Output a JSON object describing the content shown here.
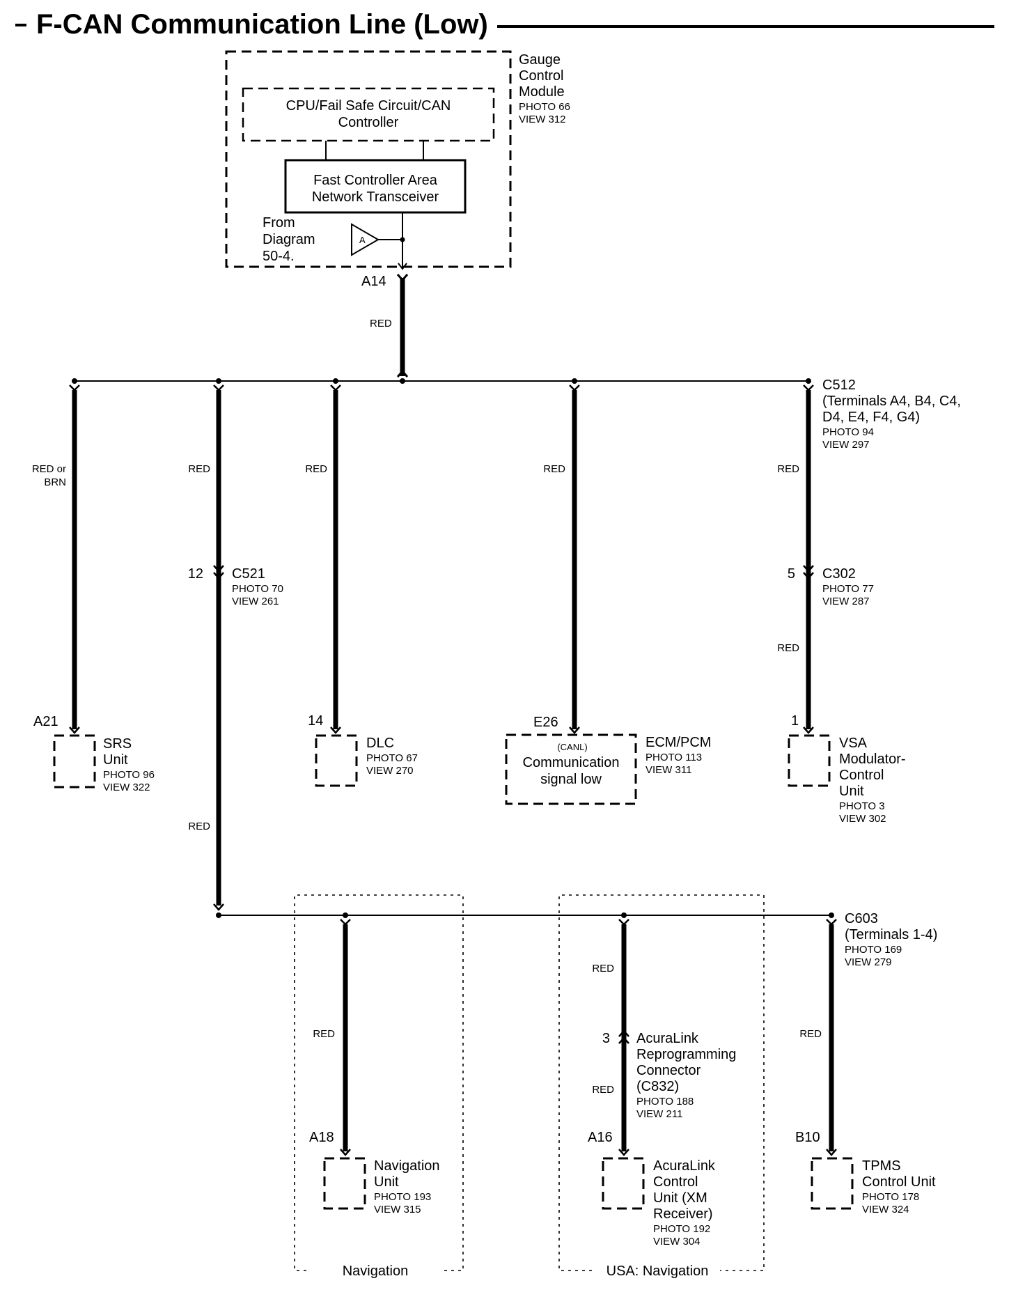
{
  "title": "F-CAN Communication Line (Low)",
  "gauge_module": {
    "name_lines": [
      "Gauge",
      "Control",
      "Module"
    ],
    "photo": "PHOTO 66",
    "view": "VIEW 312",
    "cpu_lines": [
      "CPU/Fail Safe Circuit/CAN",
      "Controller"
    ],
    "transceiver_lines": [
      "Fast Controller Area",
      "Network Transceiver"
    ],
    "from_lines": [
      "From",
      "Diagram",
      "50-4."
    ],
    "triangle_label": "A",
    "pin": "A14",
    "wire": "RED"
  },
  "c512": {
    "lines": [
      "C512",
      "(Terminals A4, B4, C4,",
      "D4, E4, F4, G4)"
    ],
    "photo": "PHOTO 94",
    "view": "VIEW 297"
  },
  "srs": {
    "wire_lines": [
      "RED or",
      "BRN"
    ],
    "pin": "A21",
    "name_lines": [
      "SRS",
      "Unit"
    ],
    "photo": "PHOTO 96",
    "view": "VIEW 322"
  },
  "c521": {
    "wire_top": "RED",
    "pin": "12",
    "name": "C521",
    "photo": "PHOTO 70",
    "view": "VIEW 261",
    "wire_bottom": "RED"
  },
  "dlc": {
    "wire": "RED",
    "pin": "14",
    "name": "DLC",
    "photo": "PHOTO 67",
    "view": "VIEW 270"
  },
  "ecm": {
    "wire": "RED",
    "pin": "E26",
    "name": "ECM/PCM",
    "photo": "PHOTO 113",
    "view": "VIEW 311",
    "canl": "(CANL)",
    "box_lines": [
      "Communication",
      "signal low"
    ]
  },
  "vsa": {
    "wire_top": "RED",
    "c302_pin": "5",
    "c302_name": "C302",
    "c302_photo": "PHOTO 77",
    "c302_view": "VIEW 287",
    "wire_bottom": "RED",
    "pin": "1",
    "name_lines": [
      "VSA",
      "Modulator-",
      "Control",
      "Unit"
    ],
    "photo": "PHOTO 3",
    "view": "VIEW 302"
  },
  "c603": {
    "lines": [
      "C603",
      "(Terminals 1-4)"
    ],
    "photo": "PHOTO 169",
    "view": "VIEW 279"
  },
  "navigation": {
    "wire": "RED",
    "pin": "A18",
    "name_lines": [
      "Navigation",
      "Unit"
    ],
    "photo": "PHOTO 193",
    "view": "VIEW 315",
    "group_label": "Navigation"
  },
  "acuralink": {
    "wire_top": "RED",
    "conn_pin": "3",
    "conn_lines": [
      "AcuraLink",
      "Reprogramming",
      "Connector",
      "(C832)"
    ],
    "conn_photo": "PHOTO 188",
    "conn_view": "VIEW 211",
    "wire_bottom": "RED",
    "pin": "A16",
    "name_lines": [
      "AcuraLink",
      "Control",
      "Unit (XM",
      "Receiver)"
    ],
    "photo": "PHOTO 192",
    "view": "VIEW 304",
    "group_label": "USA: Navigation"
  },
  "tpms": {
    "wire": "RED",
    "pin": "B10",
    "name_lines": [
      "TPMS",
      "Control Unit"
    ],
    "photo": "PHOTO 178",
    "view": "VIEW 324"
  }
}
